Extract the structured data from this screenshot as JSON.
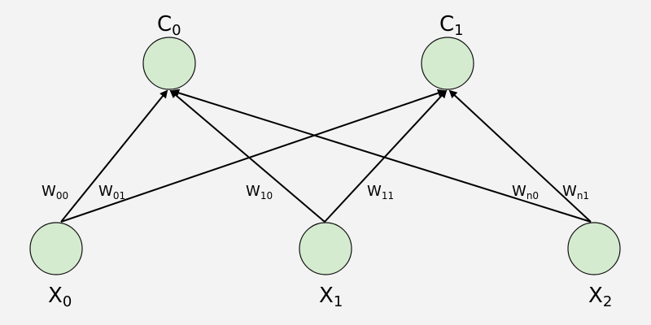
{
  "diagram": {
    "type": "neural-network",
    "background_color": "#f3f3f3",
    "node_fill_color": "#d5ebd0",
    "edge_color": "#000000",
    "output_nodes": [
      {
        "id": "C0",
        "label": {
          "base": "C",
          "sub": "0"
        }
      },
      {
        "id": "C1",
        "label": {
          "base": "C",
          "sub": "1"
        }
      }
    ],
    "input_nodes": [
      {
        "id": "X0",
        "label": {
          "base": "X",
          "sub": "0"
        }
      },
      {
        "id": "X1",
        "label": {
          "base": "X",
          "sub": "1"
        }
      },
      {
        "id": "X2",
        "label": {
          "base": "X",
          "sub": "2"
        }
      }
    ],
    "edges": [
      {
        "from": "X0",
        "to": "C0",
        "weight": {
          "base": "W",
          "sub": "00"
        }
      },
      {
        "from": "X0",
        "to": "C1",
        "weight": {
          "base": "W",
          "sub": "01"
        }
      },
      {
        "from": "X1",
        "to": "C0",
        "weight": {
          "base": "W",
          "sub": "10"
        }
      },
      {
        "from": "X1",
        "to": "C1",
        "weight": {
          "base": "W",
          "sub": "11"
        }
      },
      {
        "from": "X2",
        "to": "C0",
        "weight": {
          "base": "W",
          "sub": "n0"
        }
      },
      {
        "from": "X2",
        "to": "C1",
        "weight": {
          "base": "W",
          "sub": "n1"
        }
      }
    ]
  }
}
